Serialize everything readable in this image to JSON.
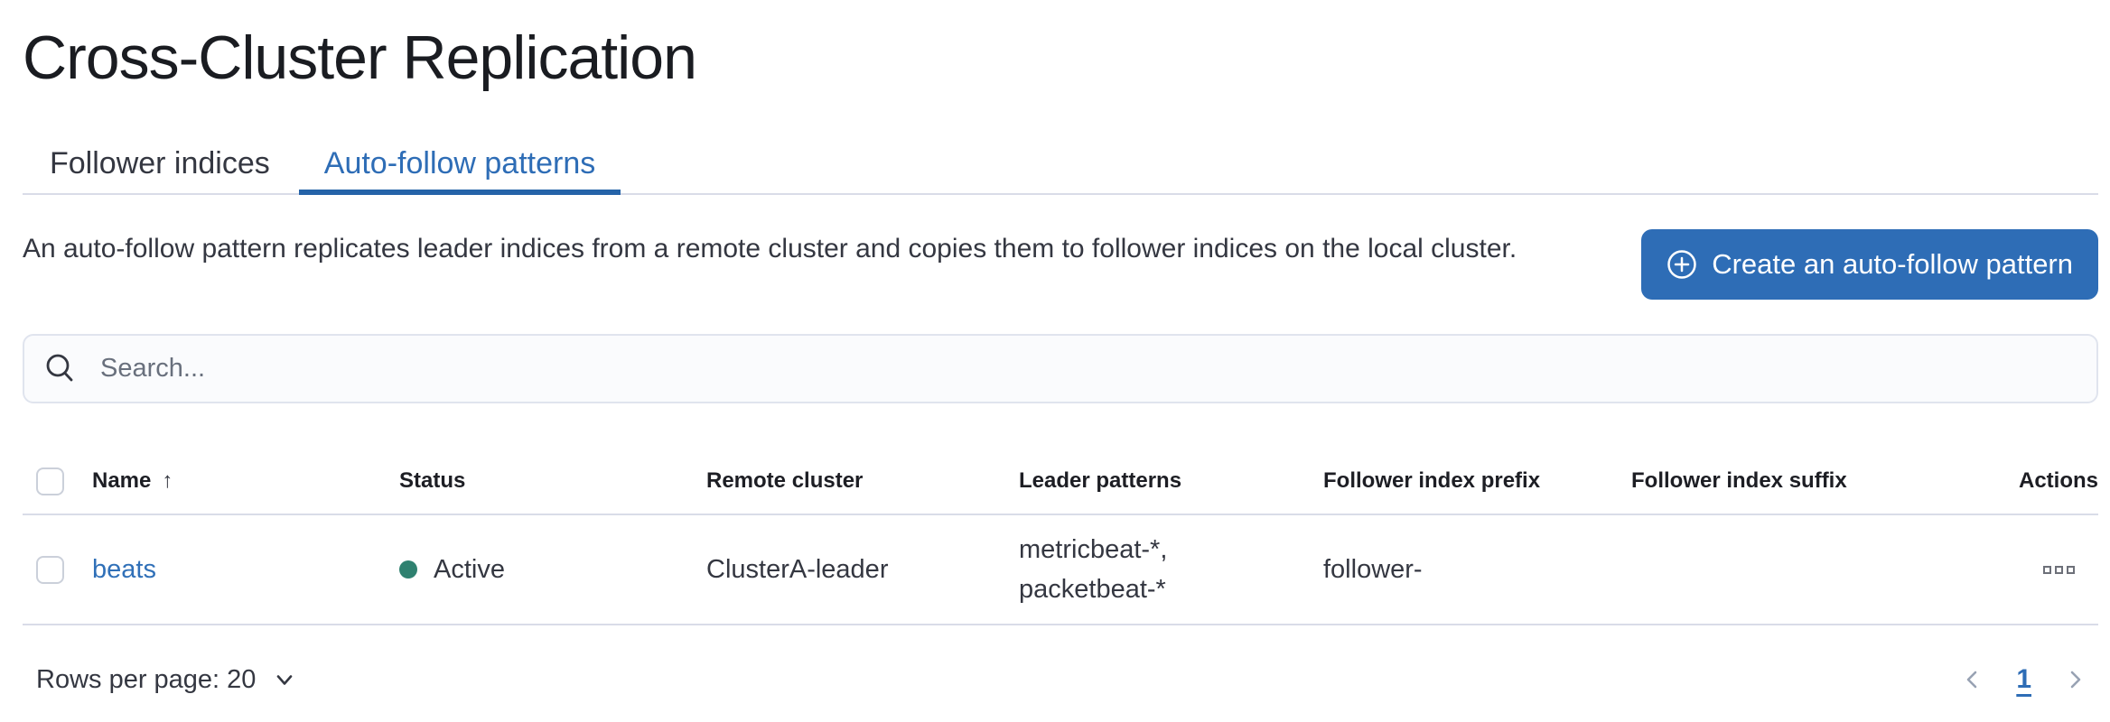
{
  "page": {
    "title": "Cross-Cluster Replication"
  },
  "tabs": [
    {
      "label": "Follower indices",
      "active": false
    },
    {
      "label": "Auto-follow patterns",
      "active": true
    }
  ],
  "intro": {
    "description": "An auto-follow pattern replicates leader indices from a remote cluster and copies them to follower indices on the local cluster.",
    "create_button": {
      "label": "Create an auto-follow pattern",
      "icon": "plus-in-circle-icon"
    }
  },
  "search": {
    "placeholder": "Search...",
    "icon": "search-icon"
  },
  "table": {
    "columns": [
      {
        "label": "Name",
        "sorted": "ascending"
      },
      {
        "label": "Status"
      },
      {
        "label": "Remote cluster"
      },
      {
        "label": "Leader patterns"
      },
      {
        "label": "Follower index prefix"
      },
      {
        "label": "Follower index suffix"
      },
      {
        "label": "Actions"
      }
    ],
    "sort_icon": "↑",
    "rows": [
      {
        "name": "beats",
        "status": "Active",
        "remote_cluster": "ClusterA-leader",
        "leader_patterns": [
          "metricbeat-*,",
          "packetbeat-*"
        ],
        "follower_index_prefix": "follower-",
        "follower_index_suffix": "",
        "actions_icon": "boxes-horizontal-icon"
      }
    ]
  },
  "footer": {
    "rows_per_page_label": "Rows per page: 20",
    "pagination": {
      "current_page": "1"
    }
  },
  "colors": {
    "accent_blue": "#2e6db6",
    "tab_underline": "#2563a8",
    "link_blue": "#3070b8",
    "success_green": "#2f8170",
    "text": "#343741",
    "title_text": "#1a1c21",
    "border": "#d9dce8",
    "muted_gray": "#98a2b3",
    "actions_icon_gray": "#6d7079"
  }
}
